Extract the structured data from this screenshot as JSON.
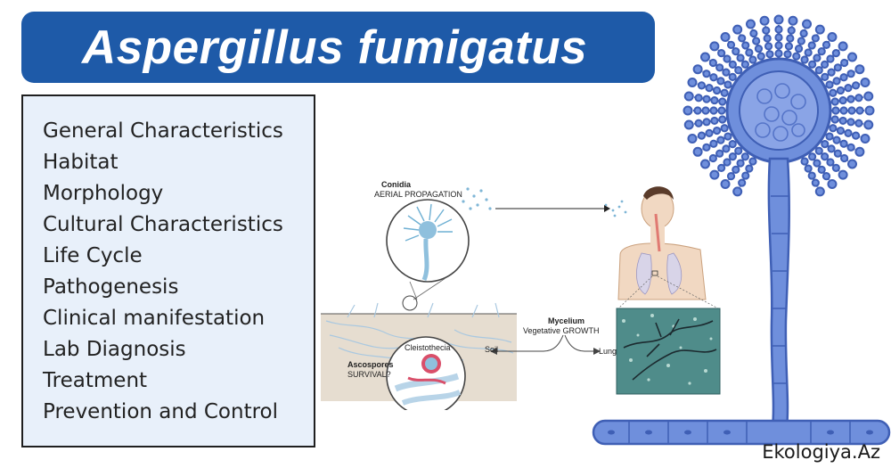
{
  "title": "Aspergillus fumigatus",
  "topics": [
    "General Characteristics",
    "Habitat",
    "Morphology",
    "Cultural Characteristics",
    "Life Cycle",
    "Pathogenesis",
    "Clinical manifestation",
    "Lab Diagnosis",
    "Treatment",
    "Prevention and Control"
  ],
  "diagram": {
    "conidia_title": "Conidia",
    "conidia_sub": "AERIAL PROPAGATION",
    "cleistothecia": "Cleistothecia",
    "ascospores_title": "Ascospores",
    "ascospores_sub": "SURVIVAL?",
    "mycelium_title": "Mycelium",
    "mycelium_sub": "Vegetative GROWTH",
    "soil": "Soil",
    "lung": "Lung"
  },
  "watermark": "Ekologiya.Az",
  "colors": {
    "banner": "#1e5aa8",
    "topic_box_bg": "#e8f0fa",
    "fungus_blue": "#6f8fdc",
    "fungus_outline": "#3f5fb5",
    "soil": "#e6ddd0",
    "tissue": "#4f8c8a"
  },
  "icons": [
    "aspergillus-conidiophore-illustration",
    "human-lungs-illustration",
    "soil-hyphae-illustration"
  ]
}
